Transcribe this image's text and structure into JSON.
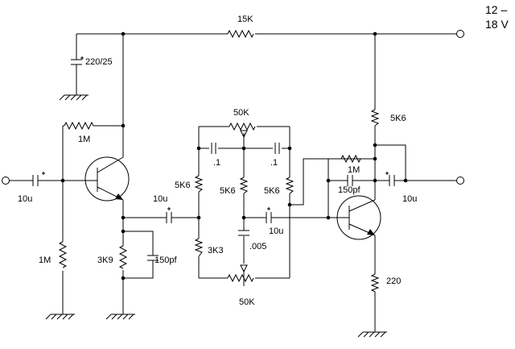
{
  "supply": {
    "line1": "12 –",
    "line2": "18 V"
  },
  "labels": {
    "r_top": "15K",
    "c_supply": "220/25",
    "r_fb1": "1M",
    "c_in": "10u",
    "r_bias1": "1M",
    "r_e1": "3K9",
    "c_e1": "150pf",
    "c_couple": "10u",
    "pot_top": "50K",
    "c_tone_l": ".1",
    "c_tone_r": ".1",
    "r_left_top": "5K6",
    "r_mid": "5K6",
    "r_right": "5K6",
    "r_left_bot": "3K3",
    "c_mid": ".005",
    "c_mid_out": "10u",
    "pot_bot": "50K",
    "r_c2": "5K6",
    "r_fb2": "1M",
    "c_fb2": "150pf",
    "c_out": "10u",
    "r_e2": "220"
  }
}
